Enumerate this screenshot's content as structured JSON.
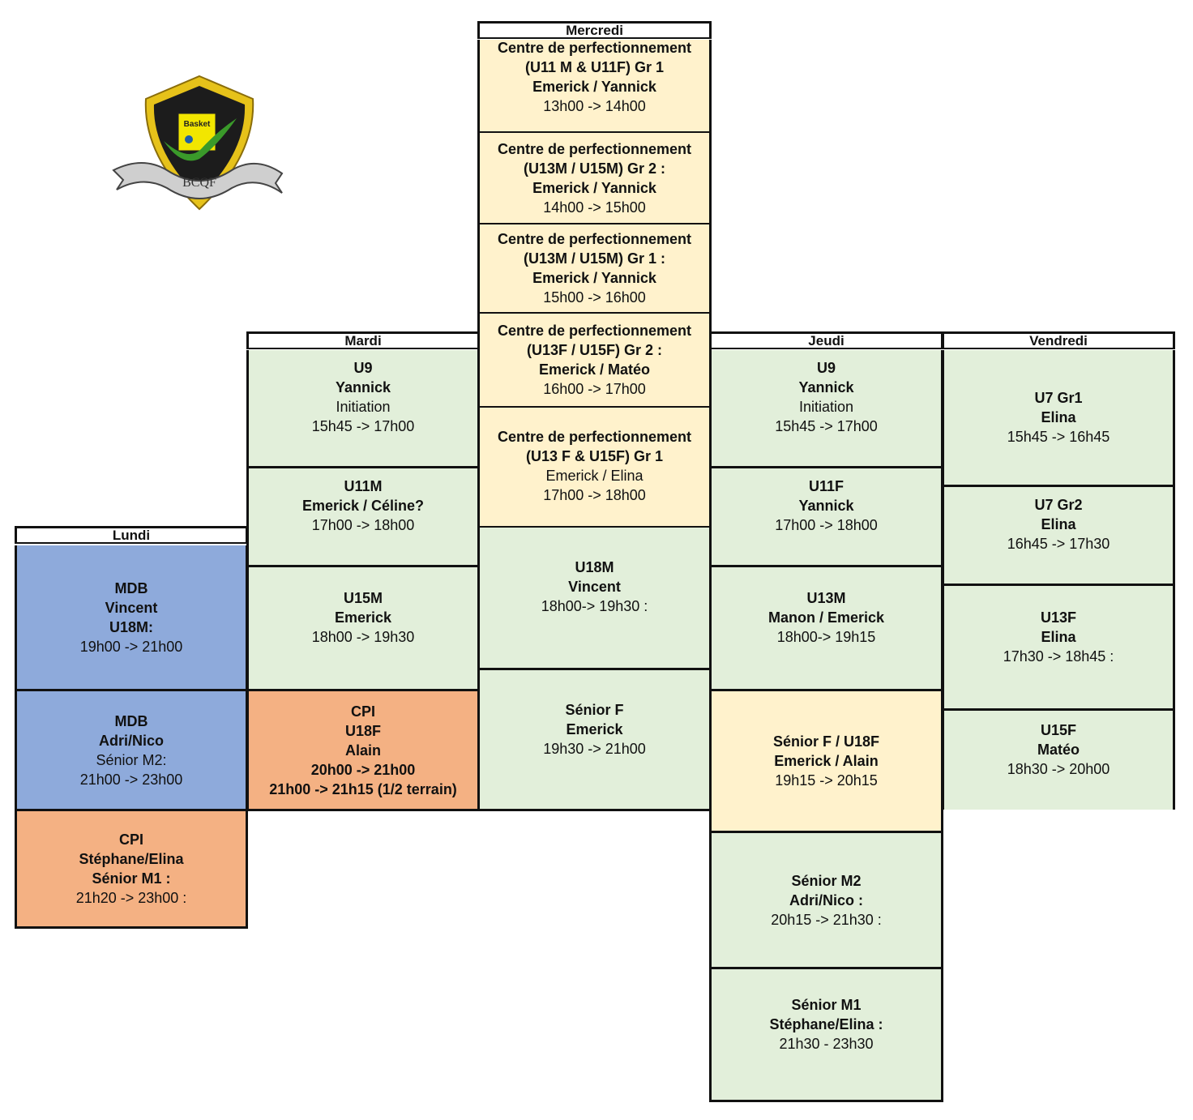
{
  "logo": {
    "badge_text": "Basket",
    "ribbon_text": "BCQF"
  },
  "days": {
    "lundi": {
      "label": "Lundi",
      "slots": [
        {
          "lines": [
            "MDB",
            "Vincent",
            "U18M:",
            "19h00 -> 21h00"
          ]
        },
        {
          "lines": [
            "MDB",
            "Adri/Nico",
            "Sénior M2:",
            "21h00 -> 23h00"
          ]
        },
        {
          "lines": [
            "CPI",
            "Stéphane/Elina",
            "Sénior M1  :",
            "21h20 -> 23h00 :"
          ]
        }
      ]
    },
    "mardi": {
      "label": "Mardi",
      "slots": [
        {
          "lines": [
            "U9",
            "Yannick",
            "Initiation",
            "15h45 -> 17h00"
          ]
        },
        {
          "lines": [
            "U11M",
            "Emerick / Céline?",
            "17h00 -> 18h00"
          ]
        },
        {
          "lines": [
            "U15M",
            "Emerick",
            "18h00 -> 19h30"
          ]
        },
        {
          "lines": [
            "CPI",
            "U18F",
            "Alain",
            "20h00 -> 21h00",
            "21h00 -> 21h15 (1/2 terrain)"
          ]
        }
      ]
    },
    "mercredi": {
      "label": "Mercredi",
      "slots": [
        {
          "lines": [
            "Centre de perfectionnement",
            "(U11 M & U11F) Gr 1",
            "Emerick / Yannick",
            "13h00 -> 14h00"
          ]
        },
        {
          "lines": [
            "Centre de perfectionnement",
            "(U13M / U15M) Gr 2 :",
            "Emerick / Yannick",
            "14h00 ->  15h00"
          ]
        },
        {
          "lines": [
            "Centre de perfectionnement",
            "(U13M / U15M) Gr 1 :",
            "Emerick / Yannick",
            "15h00 -> 16h00"
          ]
        },
        {
          "lines": [
            "Centre de perfectionnement",
            "(U13F / U15F) Gr 2 :",
            "Emerick / Matéo",
            "16h00 -> 17h00"
          ]
        },
        {
          "lines": [
            "Centre de perfectionnement",
            "(U13 F & U15F) Gr 1",
            "Emerick / Elina",
            "17h00 -> 18h00"
          ]
        },
        {
          "lines": [
            "U18M",
            "Vincent",
            "18h00-> 19h30 :"
          ]
        },
        {
          "lines": [
            "Sénior F",
            "Emerick",
            "19h30 -> 21h00"
          ]
        }
      ]
    },
    "jeudi": {
      "label": "Jeudi",
      "slots": [
        {
          "lines": [
            "U9",
            "Yannick",
            "Initiation",
            "15h45 -> 17h00"
          ]
        },
        {
          "lines": [
            "U11F",
            "Yannick",
            "17h00 -> 18h00"
          ]
        },
        {
          "lines": [
            "U13M",
            "Manon / Emerick",
            "18h00-> 19h15"
          ]
        },
        {
          "lines": [
            "Sénior F / U18F",
            "Emerick / Alain",
            "19h15 -> 20h15"
          ]
        },
        {
          "lines": [
            "Sénior M2",
            "Adri/Nico :",
            "20h15 -> 21h30 :"
          ]
        },
        {
          "lines": [
            "Sénior M1",
            "Stéphane/Elina :",
            "21h30 - 23h30"
          ]
        }
      ]
    },
    "vendredi": {
      "label": "Vendredi",
      "slots": [
        {
          "lines": [
            "U7 Gr1",
            "Elina",
            "15h45 -> 16h45"
          ]
        },
        {
          "lines": [
            "U7 Gr2",
            "Elina",
            "16h45 -> 17h30"
          ]
        },
        {
          "lines": [
            "U13F",
            "Elina",
            "17h30 -> 18h45 :"
          ]
        },
        {
          "lines": [
            "U15F",
            "Matéo",
            "18h30 -> 20h00"
          ]
        }
      ]
    }
  }
}
